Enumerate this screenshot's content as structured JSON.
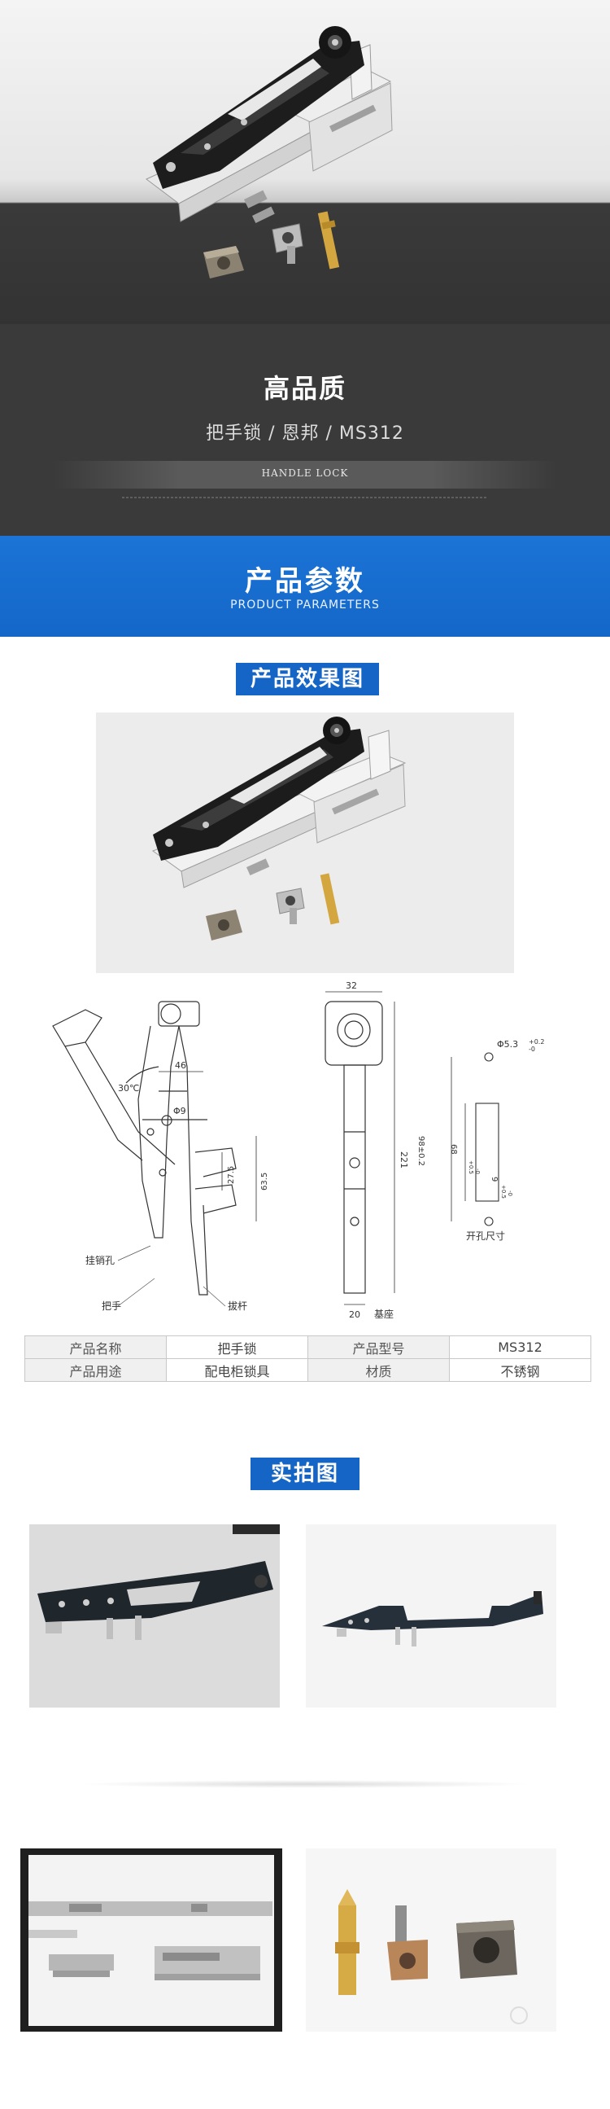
{
  "hero": {
    "title": "高品质",
    "subtitle": "把手锁 / 恩邦 / MS312",
    "bar_label": "HANDLE LOCK"
  },
  "banner": {
    "title": "产品参数",
    "subtitle": "PRODUCT PARAMETERS"
  },
  "sections": {
    "render": "产品效果图",
    "photos": "实拍图"
  },
  "drawing": {
    "angle": "30℃",
    "dim_46": "46",
    "dim_phi9": "Φ9",
    "dim_27_5": "27.5",
    "dim_63_5": "63.5",
    "label_hook_hole": "挂销孔",
    "label_handle": "把手",
    "label_lever": "拔杆",
    "dim_32": "32",
    "dim_221": "221",
    "dim_20": "20",
    "label_base": "基座",
    "dim_hole": "Φ5.3",
    "dim_hole_tol": "+0.2",
    "dim_hole_tol2": "-0",
    "dim_98": "98±0.2",
    "dim_68": "68",
    "dim_68_tol": "+0.5",
    "dim_68_tol2": "-0",
    "dim_9": "9",
    "dim_9_tol": "+0.5",
    "dim_9_tol2": "-0",
    "label_cutout": "开孔尺寸"
  },
  "spec": {
    "rows": [
      [
        "产品名称",
        "把手锁",
        "产品型号",
        "MS312"
      ],
      [
        "产品用途",
        "配电柜锁具",
        "材质",
        "不锈钢"
      ]
    ]
  },
  "colors": {
    "brand_blue": "#1565c6",
    "banner_blue": "#1b74d6",
    "hero_dark": "#3a3a3a"
  }
}
